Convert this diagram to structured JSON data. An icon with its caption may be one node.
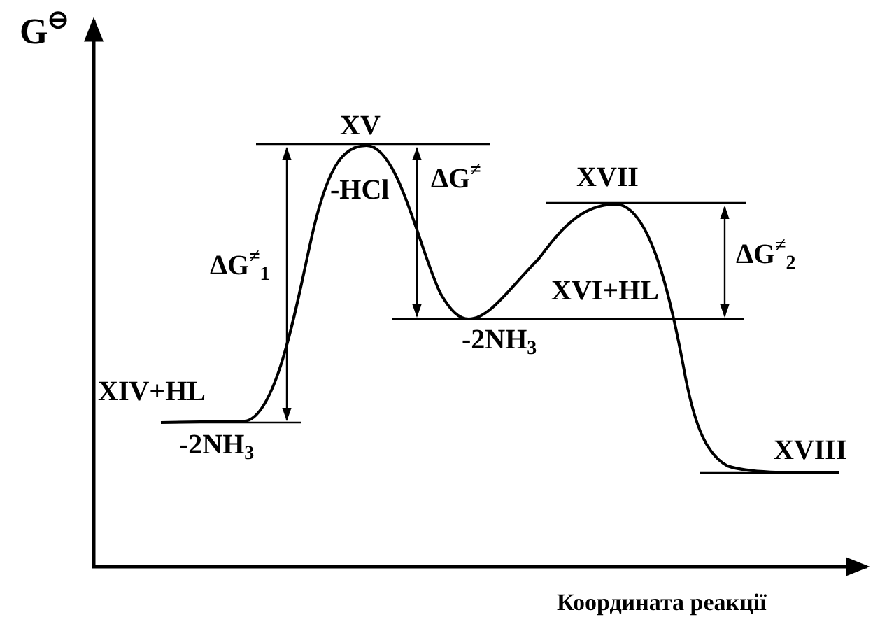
{
  "diagram": {
    "labels": [
      "G$^{⊖}$",
      "XV",
      "XVII",
      "-HCl",
      "ΔG$^{≠}$",
      "ΔG$^{≠}$$_{1}$",
      "ΔG$^{≠}$$_{2}$",
      "XVI+HL",
      "-2NH$_{3}$",
      "XIV+HL",
      "XVIII",
      "-2NH$_{3}$",
      "Координата реакції"
    ]
  }
}
